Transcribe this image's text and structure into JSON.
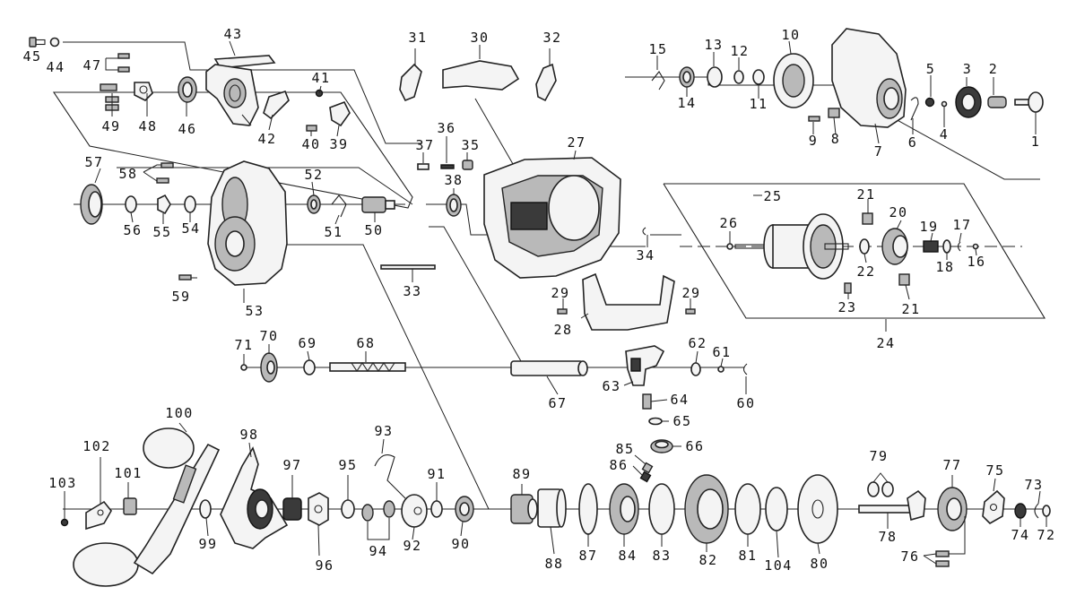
{
  "labels": {
    "p1": "1",
    "p2": "2",
    "p3": "3",
    "p4": "4",
    "p5": "5",
    "p6": "6",
    "p7": "7",
    "p8": "8",
    "p9": "9",
    "p10": "10",
    "p11": "11",
    "p12": "12",
    "p13": "13",
    "p14": "14",
    "p15": "15",
    "p16": "16",
    "p17": "17",
    "p18": "18",
    "p19": "19",
    "p20": "20",
    "p21a": "21",
    "p21b": "21",
    "p22": "22",
    "p23": "23",
    "p24": "24",
    "p25": "25",
    "p26": "26",
    "p27": "27",
    "p28": "28",
    "p29a": "29",
    "p29b": "29",
    "p30": "30",
    "p31": "31",
    "p32": "32",
    "p33": "33",
    "p34": "34",
    "p35": "35",
    "p36": "36",
    "p37": "37",
    "p38": "38",
    "p39": "39",
    "p40": "40",
    "p41": "41",
    "p42": "42",
    "p43": "43",
    "p44": "44",
    "p45": "45",
    "p46": "46",
    "p47": "47",
    "p48": "48",
    "p49": "49",
    "p50": "50",
    "p51": "51",
    "p52": "52",
    "p53": "53",
    "p54": "54",
    "p55": "55",
    "p56": "56",
    "p57": "57",
    "p58": "58",
    "p59": "59",
    "p60": "60",
    "p61": "61",
    "p62": "62",
    "p63": "63",
    "p64": "64",
    "p65": "65",
    "p66": "66",
    "p67": "67",
    "p68": "68",
    "p69": "69",
    "p70": "70",
    "p71": "71",
    "p72": "72",
    "p73": "73",
    "p74": "74",
    "p75": "75",
    "p76": "76",
    "p77": "77",
    "p78": "78",
    "p79": "79",
    "p80": "80",
    "p81": "81",
    "p82": "82",
    "p83": "83",
    "p84": "84",
    "p85": "85",
    "p86": "86",
    "p87": "87",
    "p88": "88",
    "p89": "89",
    "p90": "90",
    "p91": "91",
    "p92": "92",
    "p93": "93",
    "p94": "94",
    "p95": "95",
    "p96": "96",
    "p97": "97",
    "p98": "98",
    "p99": "99",
    "p100": "100",
    "p101": "101",
    "p102": "102",
    "p103": "103",
    "p104": "104"
  }
}
